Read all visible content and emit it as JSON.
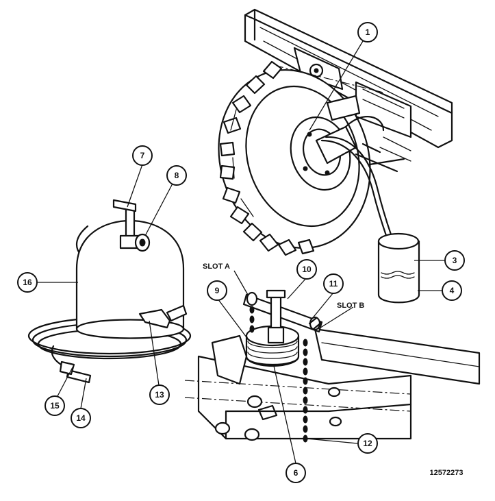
{
  "callouts": [
    {
      "id": "c1",
      "num": "1"
    },
    {
      "id": "c3",
      "num": "3"
    },
    {
      "id": "c4",
      "num": "4"
    },
    {
      "id": "c6",
      "num": "6"
    },
    {
      "id": "c7",
      "num": "7"
    },
    {
      "id": "c8",
      "num": "8"
    },
    {
      "id": "c9",
      "num": "9"
    },
    {
      "id": "c10",
      "num": "10"
    },
    {
      "id": "c11",
      "num": "11"
    },
    {
      "id": "c12",
      "num": "12"
    },
    {
      "id": "c13",
      "num": "13"
    },
    {
      "id": "c14",
      "num": "14"
    },
    {
      "id": "c15",
      "num": "15"
    },
    {
      "id": "c16",
      "num": "16"
    }
  ],
  "labels": {
    "slot_a": "SLOT A",
    "slot_b": "SLOT B",
    "figure_number": "12572273"
  }
}
